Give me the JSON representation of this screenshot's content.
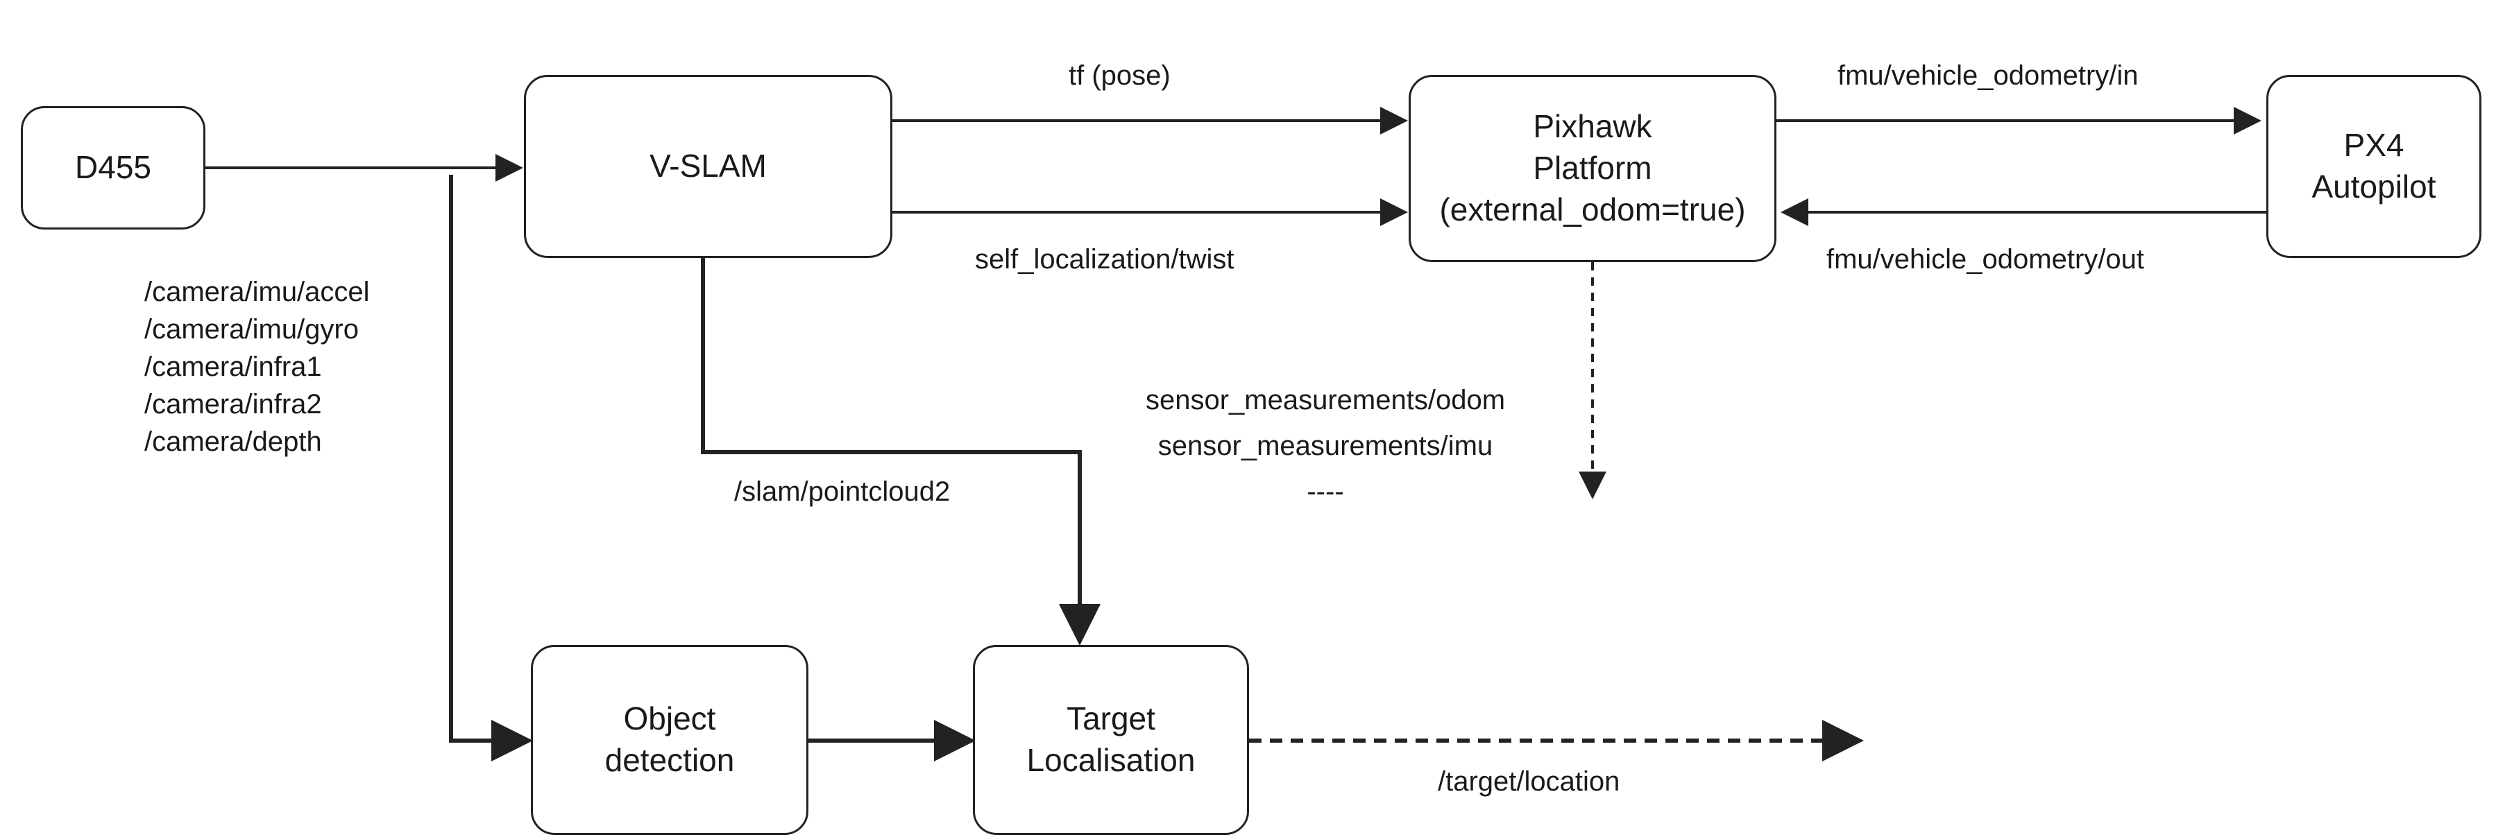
{
  "nodes": {
    "d455": {
      "lines": [
        "D455"
      ]
    },
    "vslam": {
      "lines": [
        "V-SLAM"
      ]
    },
    "pixhawk": {
      "lines": [
        "Pixhawk",
        "Platform",
        "(external_odom=true)"
      ]
    },
    "px4": {
      "lines": [
        "PX4",
        "Autopilot"
      ]
    },
    "object_detection": {
      "lines": [
        "Object",
        "detection"
      ]
    },
    "target_localisation": {
      "lines": [
        "Target",
        "Localisation"
      ]
    }
  },
  "edges": {
    "tf_pose": "tf (pose)",
    "self_localization_twist": "self_localization/twist",
    "odometry_in": "fmu/vehicle_odometry/in",
    "odometry_out": "fmu/vehicle_odometry/out",
    "camera_topics": [
      "/camera/imu/accel",
      "/camera/imu/gyro",
      "/camera/infra1",
      "/camera/infra2",
      "/camera/depth"
    ],
    "sensor_topics": [
      "sensor_measurements/odom",
      "sensor_measurements/imu",
      "----"
    ],
    "slam_pointcloud": "/slam/pointcloud2",
    "target_location": "/target/location"
  },
  "colors": {
    "stroke": "#222222",
    "text": "#1a1a1a",
    "background": "#ffffff"
  }
}
